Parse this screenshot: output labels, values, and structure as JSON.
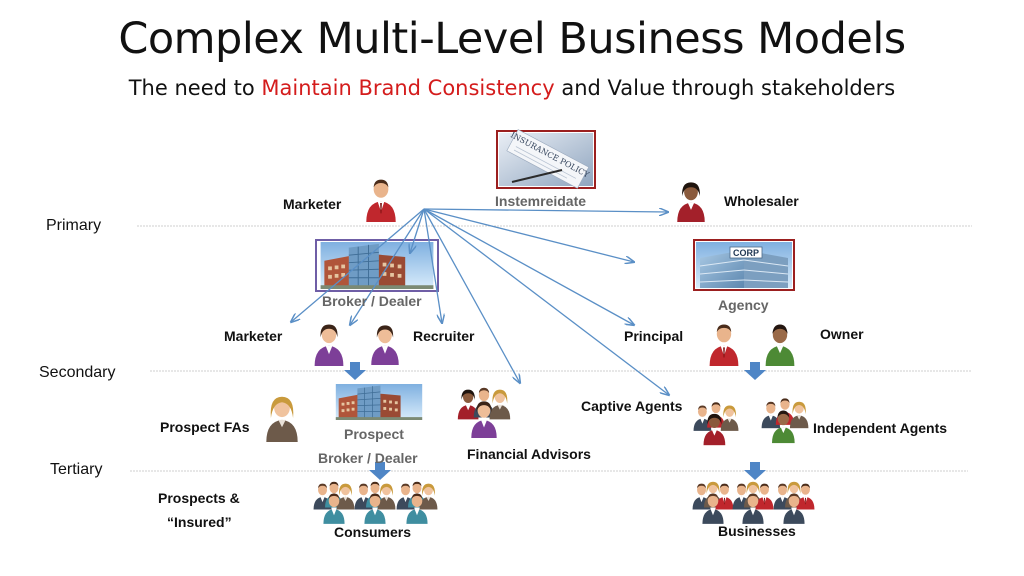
{
  "title": "Complex Multi-Level Business Models",
  "subtitle": {
    "prefix": "The need to ",
    "highlight": "Maintain Brand Consistency",
    "suffix": " and Value through stakeholders"
  },
  "tiers": {
    "primary": "Primary",
    "secondary": "Secondary",
    "tertiary": "Tertiary"
  },
  "labels": {
    "marketer_top": "Marketer",
    "intermediate": "Instemreidate",
    "wholesaler": "Wholesaler",
    "broker_dealer": "Broker / Dealer",
    "agency": "Agency",
    "marketer_secondary": "Marketer",
    "recruiter": "Recruiter",
    "principal": "Principal",
    "owner": "Owner",
    "captive_agents": "Captive Agents",
    "independent_agents": "Independent Agents",
    "prospect_fas": "Prospect FAs",
    "prospect_bd_line1": "Prospect",
    "prospect_bd_line2": "Broker / Dealer",
    "financial_advisors": "Financial Advisors",
    "prospects_insured_line1": "Prospects &",
    "prospects_insured_line2": "“Insured”",
    "consumers": "Consumers",
    "businesses": "Businesses"
  },
  "image_text": {
    "insurance_policy": "INSURANCE POLICY",
    "corp": "CORP"
  },
  "colors": {
    "highlight": "#d41c1c",
    "arrow": "#5a8fc6",
    "frame_red": "#9b1f1f",
    "frame_purple": "#6f5ea6",
    "suit_red": "#c0272d",
    "suit_purple": "#7d3f98",
    "suit_green": "#4d8a35",
    "down_arrow": "#4f86c6"
  }
}
